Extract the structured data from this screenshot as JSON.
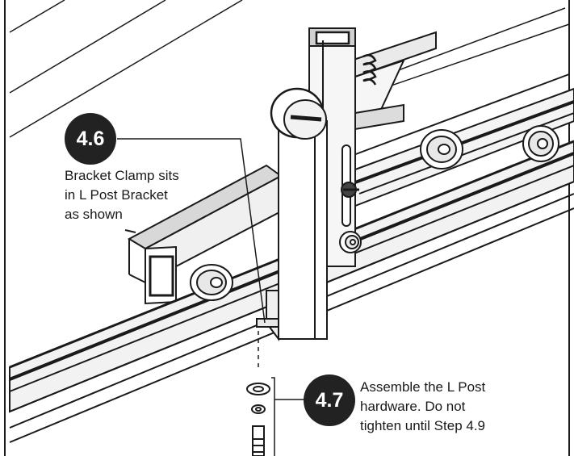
{
  "steps": [
    {
      "number": "4.6",
      "lines": [
        "Bracket Clamp sits",
        "in L Post Bracket",
        "as shown"
      ]
    },
    {
      "number": "4.7",
      "lines": [
        "Assemble the L Post",
        "hardware. Do not",
        "tighten until Step 4.9"
      ]
    }
  ],
  "colors": {
    "ink": "#1a1a1a",
    "badge": "#222222",
    "badge_text": "#ffffff",
    "paper": "#ffffff"
  }
}
